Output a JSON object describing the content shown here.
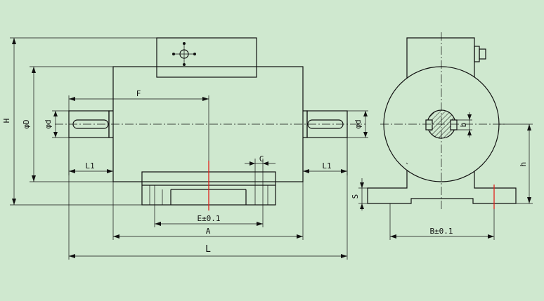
{
  "labels": {
    "H": "H",
    "phi_D": "φD",
    "phi_d_left": "φd",
    "F": "F",
    "L1_left": "L1",
    "C": "C",
    "L1_right": "L1",
    "phi_d_right": "φd",
    "E": "E±0.1",
    "A": "A",
    "L": "L",
    "b": "b",
    "S": "S",
    "h": "h",
    "B": "B±0.1"
  },
  "colors": {
    "background": "#cfe8cf",
    "line": "#111111",
    "mounting_hole_mark": "#e0201c"
  }
}
